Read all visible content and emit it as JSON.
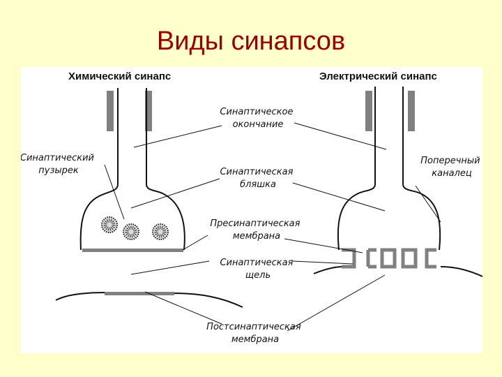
{
  "title": "Виды синапсов",
  "diagram": {
    "headings": {
      "chemical": "Химический синапс",
      "electrical": "Электрический синапс"
    },
    "labels": {
      "synaptic_ending": [
        "Синаптическое",
        "окончание"
      ],
      "synaptic_vesicle": [
        "Синаптический",
        "пузырек"
      ],
      "synaptic_bouton": [
        "Синаптическая",
        "бляшка"
      ],
      "presynaptic_membrane": [
        "Пресинаптическая",
        "мембрана"
      ],
      "synaptic_cleft": [
        "Синаптическая",
        "щель"
      ],
      "postsynaptic_membrane": [
        "Постсинаптическая",
        "мембрана"
      ],
      "transverse_channel": [
        "Поперечный",
        "каналец"
      ]
    }
  }
}
